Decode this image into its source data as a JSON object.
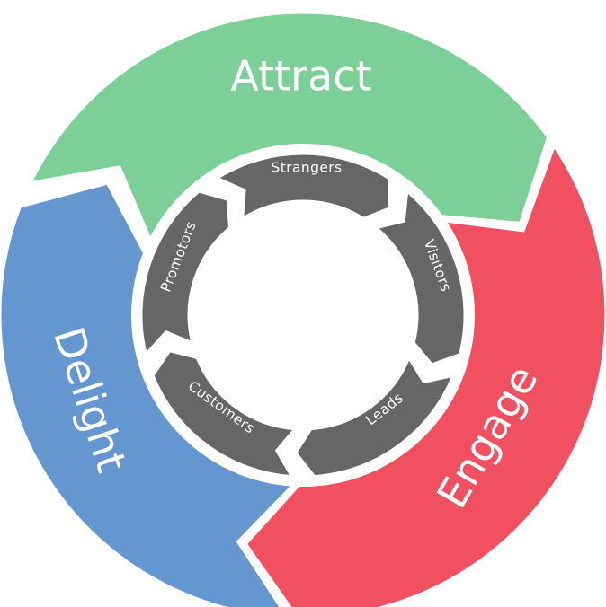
{
  "outer_cycle": {
    "stages": [
      {
        "id": "attract",
        "label": "Attract",
        "color": "#7bcf97"
      },
      {
        "id": "engage",
        "label": "Engage",
        "color": "#f0505f"
      },
      {
        "id": "delight",
        "label": "Delight",
        "color": "#6496d0"
      }
    ]
  },
  "inner_cycle": {
    "color": "#666666",
    "stages": [
      {
        "id": "strangers",
        "label": "Strangers"
      },
      {
        "id": "visitors",
        "label": "Visitors"
      },
      {
        "id": "leads",
        "label": "Leads"
      },
      {
        "id": "customers",
        "label": "Customers"
      },
      {
        "id": "promotors",
        "label": "Promotors"
      }
    ]
  }
}
